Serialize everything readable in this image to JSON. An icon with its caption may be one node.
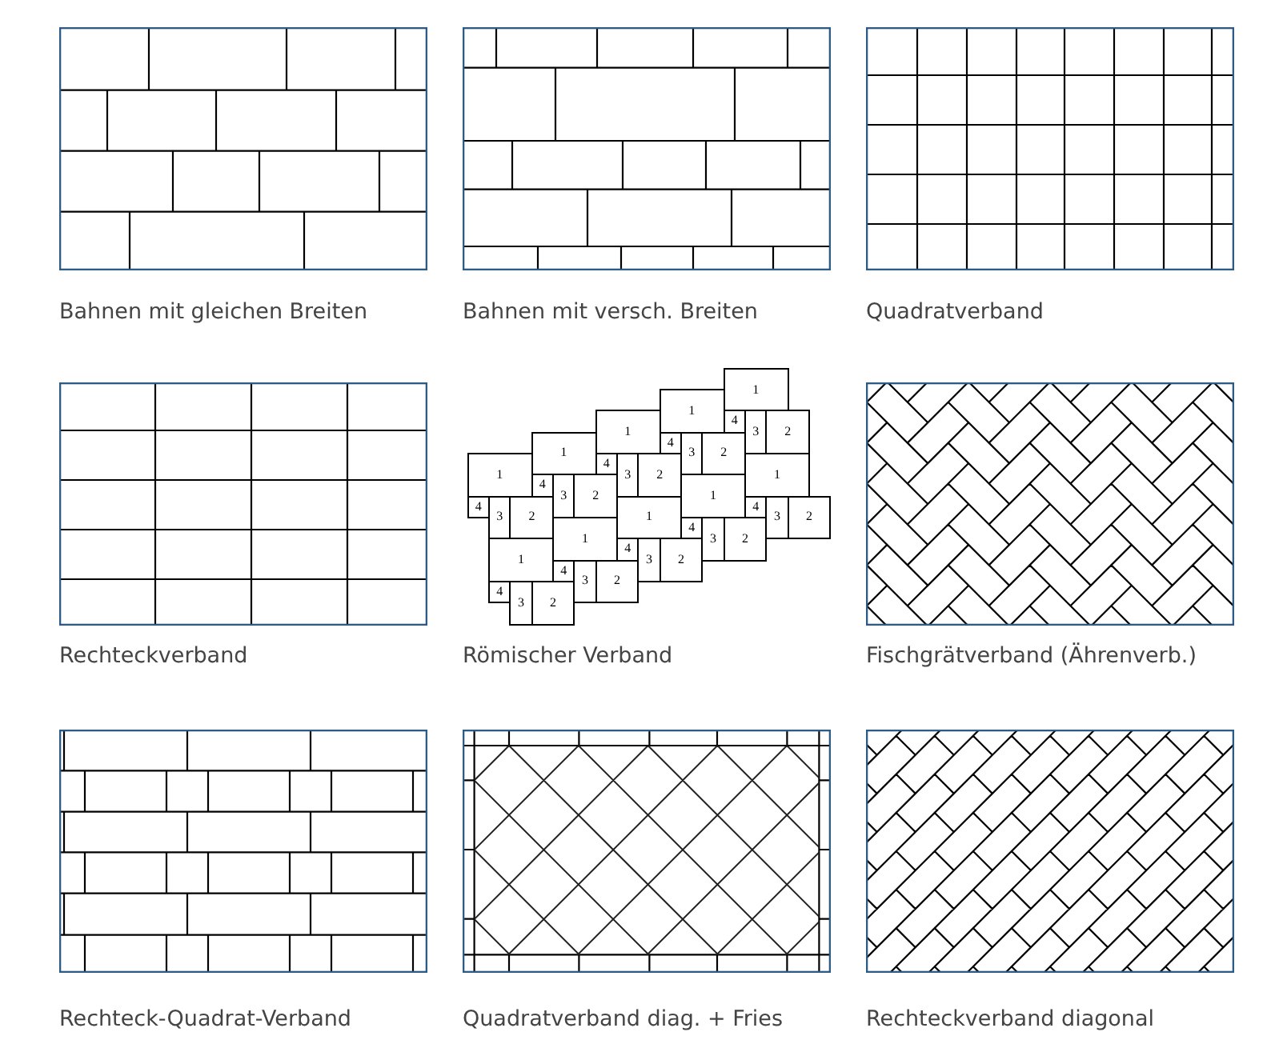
{
  "diagram": {
    "nodes": [
      {
        "text": [
          "1"
        ]
      },
      {
        "text": [
          "4"
        ]
      },
      {
        "text": [
          "3"
        ]
      },
      {
        "text": [
          "2"
        ]
      },
      {
        "text": [
          "1"
        ]
      },
      {
        "text": [
          "4"
        ]
      },
      {
        "text": [
          "3"
        ]
      },
      {
        "text": [
          "2"
        ]
      },
      {
        "text": [
          "1"
        ]
      },
      {
        "text": [
          "4"
        ]
      },
      {
        "text": [
          "3"
        ]
      },
      {
        "text": [
          "2"
        ]
      },
      {
        "text": [
          "1"
        ]
      },
      {
        "text": [
          "4"
        ]
      },
      {
        "text": [
          "3"
        ]
      },
      {
        "text": [
          "2"
        ]
      },
      {
        "text": [
          "1"
        ]
      },
      {
        "text": [
          "4"
        ]
      },
      {
        "text": [
          "3"
        ]
      },
      {
        "text": [
          "2"
        ]
      },
      {
        "text": [
          "1"
        ]
      },
      {
        "text": [
          "4"
        ]
      },
      {
        "text": [
          "3"
        ]
      },
      {
        "text": [
          "2"
        ]
      },
      {
        "text": [
          "1"
        ]
      },
      {
        "text": [
          "4"
        ]
      },
      {
        "text": [
          "3"
        ]
      },
      {
        "text": [
          "2"
        ]
      },
      {
        "text": [
          "1"
        ]
      },
      {
        "text": [
          "4"
        ]
      },
      {
        "text": [
          "3"
        ]
      },
      {
        "text": [
          "2"
        ]
      },
      {
        "text": [
          "1"
        ]
      },
      {
        "text": [
          "4"
        ]
      },
      {
        "text": [
          "3"
        ]
      },
      {
        "text": [
          "2"
        ]
      },
      {
        "text": [
          "1"
        ]
      },
      {
        "text": [
          "4"
        ]
      },
      {
        "text": [
          "3"
        ]
      },
      {
        "text": [
          "2"
        ]
      }
    ],
    "labels": [
      "Bahnen mit gleichen Breiten",
      "Bahnen mit versch. Breiten",
      "Quadratverband",
      "Rechteckverband",
      "Römischer Verband",
      "Fischgrätverband (Ährenverb.)",
      "Rechteck-Quadrat-Verband",
      "Quadratverband diag. + Fries",
      "Rechteckverband diagonal"
    ]
  }
}
